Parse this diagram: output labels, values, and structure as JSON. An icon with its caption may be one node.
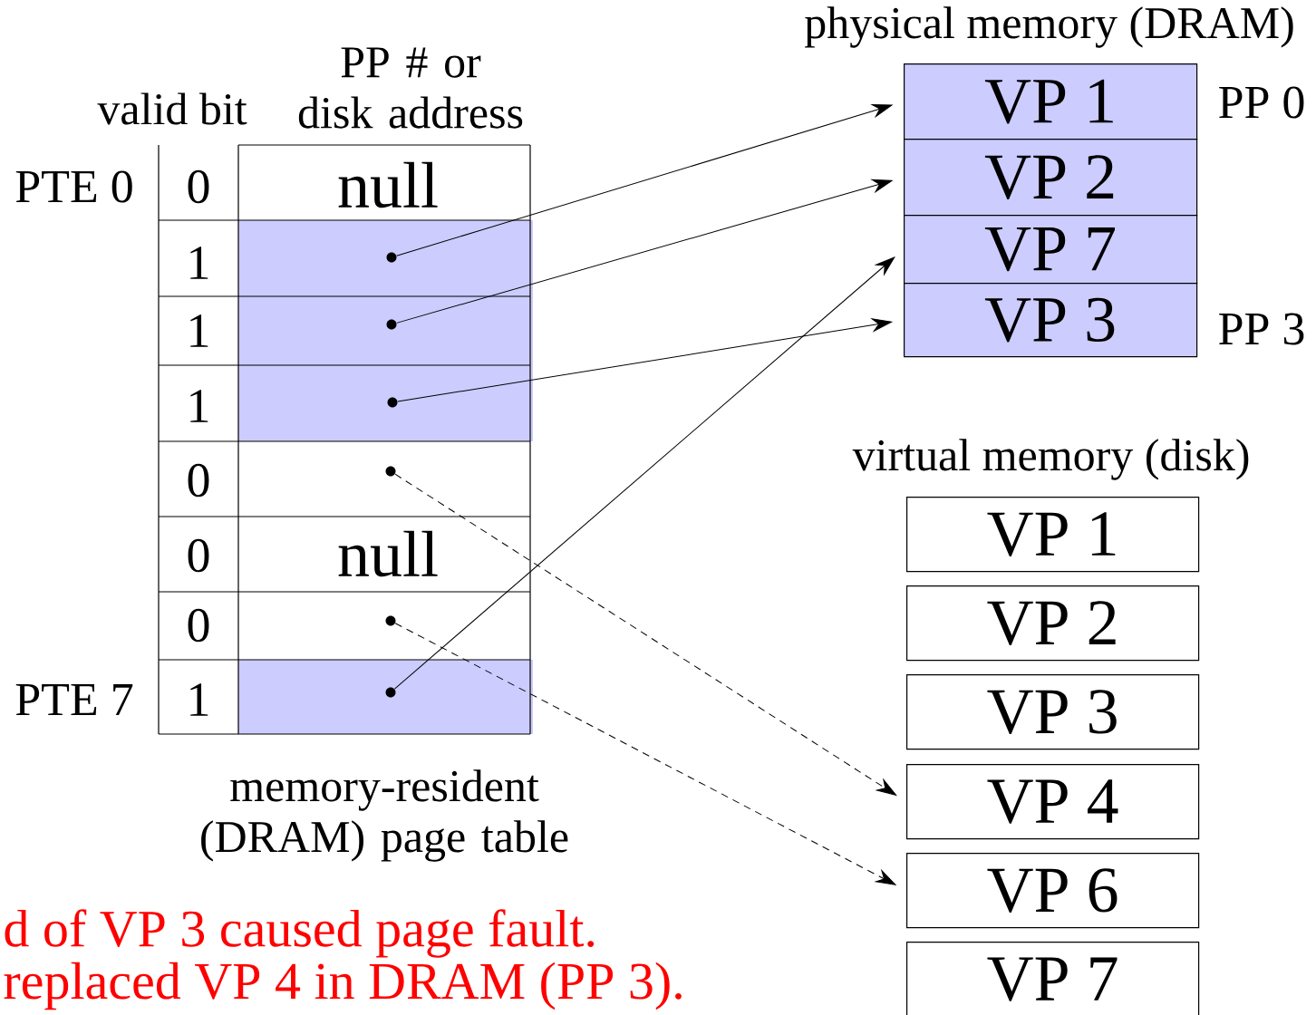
{
  "diagram": {
    "nodes": [
      {
        "text": [],
        "shape": "circle"
      },
      {
        "text": [],
        "shape": "circle"
      },
      {
        "text": [],
        "shape": "circle"
      },
      {
        "text": [],
        "shape": "circle"
      },
      {
        "text": [],
        "shape": "circle"
      },
      {
        "text": [],
        "shape": "circle"
      },
      {
        "text": [
          "VP 1"
        ]
      },
      {
        "text": [
          "VP 2"
        ]
      },
      {
        "text": [
          "VP 7"
        ]
      },
      {
        "text": [
          "VP 3"
        ]
      },
      {
        "text": [
          "VP 1"
        ]
      },
      {
        "text": [
          "VP 2"
        ]
      },
      {
        "text": [
          "VP 3"
        ]
      },
      {
        "text": [
          "VP 4"
        ]
      },
      {
        "text": [
          "VP 6"
        ]
      },
      {
        "text": [
          "VP 7"
        ]
      }
    ],
    "edges": [
      {
        "from": 0,
        "to": 6,
        "arrow": "to"
      },
      {
        "from": 1,
        "to": 7,
        "arrow": "to"
      },
      {
        "from": 2,
        "to": 9,
        "arrow": "to"
      },
      {
        "from": 5,
        "to": 8,
        "arrow": "to"
      },
      {
        "from": 3,
        "to": 13,
        "arrow": "to",
        "style": "dashed"
      },
      {
        "from": 4,
        "to": 14,
        "arrow": "to",
        "style": "dashed"
      }
    ],
    "labels": [
      "physical memory (DRAM)",
      "PP # or disk address",
      "valid bit",
      "PTE 0",
      "0",
      "null",
      "PP 0",
      "1",
      "1",
      "1",
      "PP 3",
      "virtual memory (disk)",
      "0",
      "0",
      "null",
      "0",
      "PTE 7",
      "1",
      "memory-resident (DRAM) page table",
      "d of VP 3 caused page fault.",
      "replaced VP 4 in DRAM (PP 3)."
    ]
  }
}
